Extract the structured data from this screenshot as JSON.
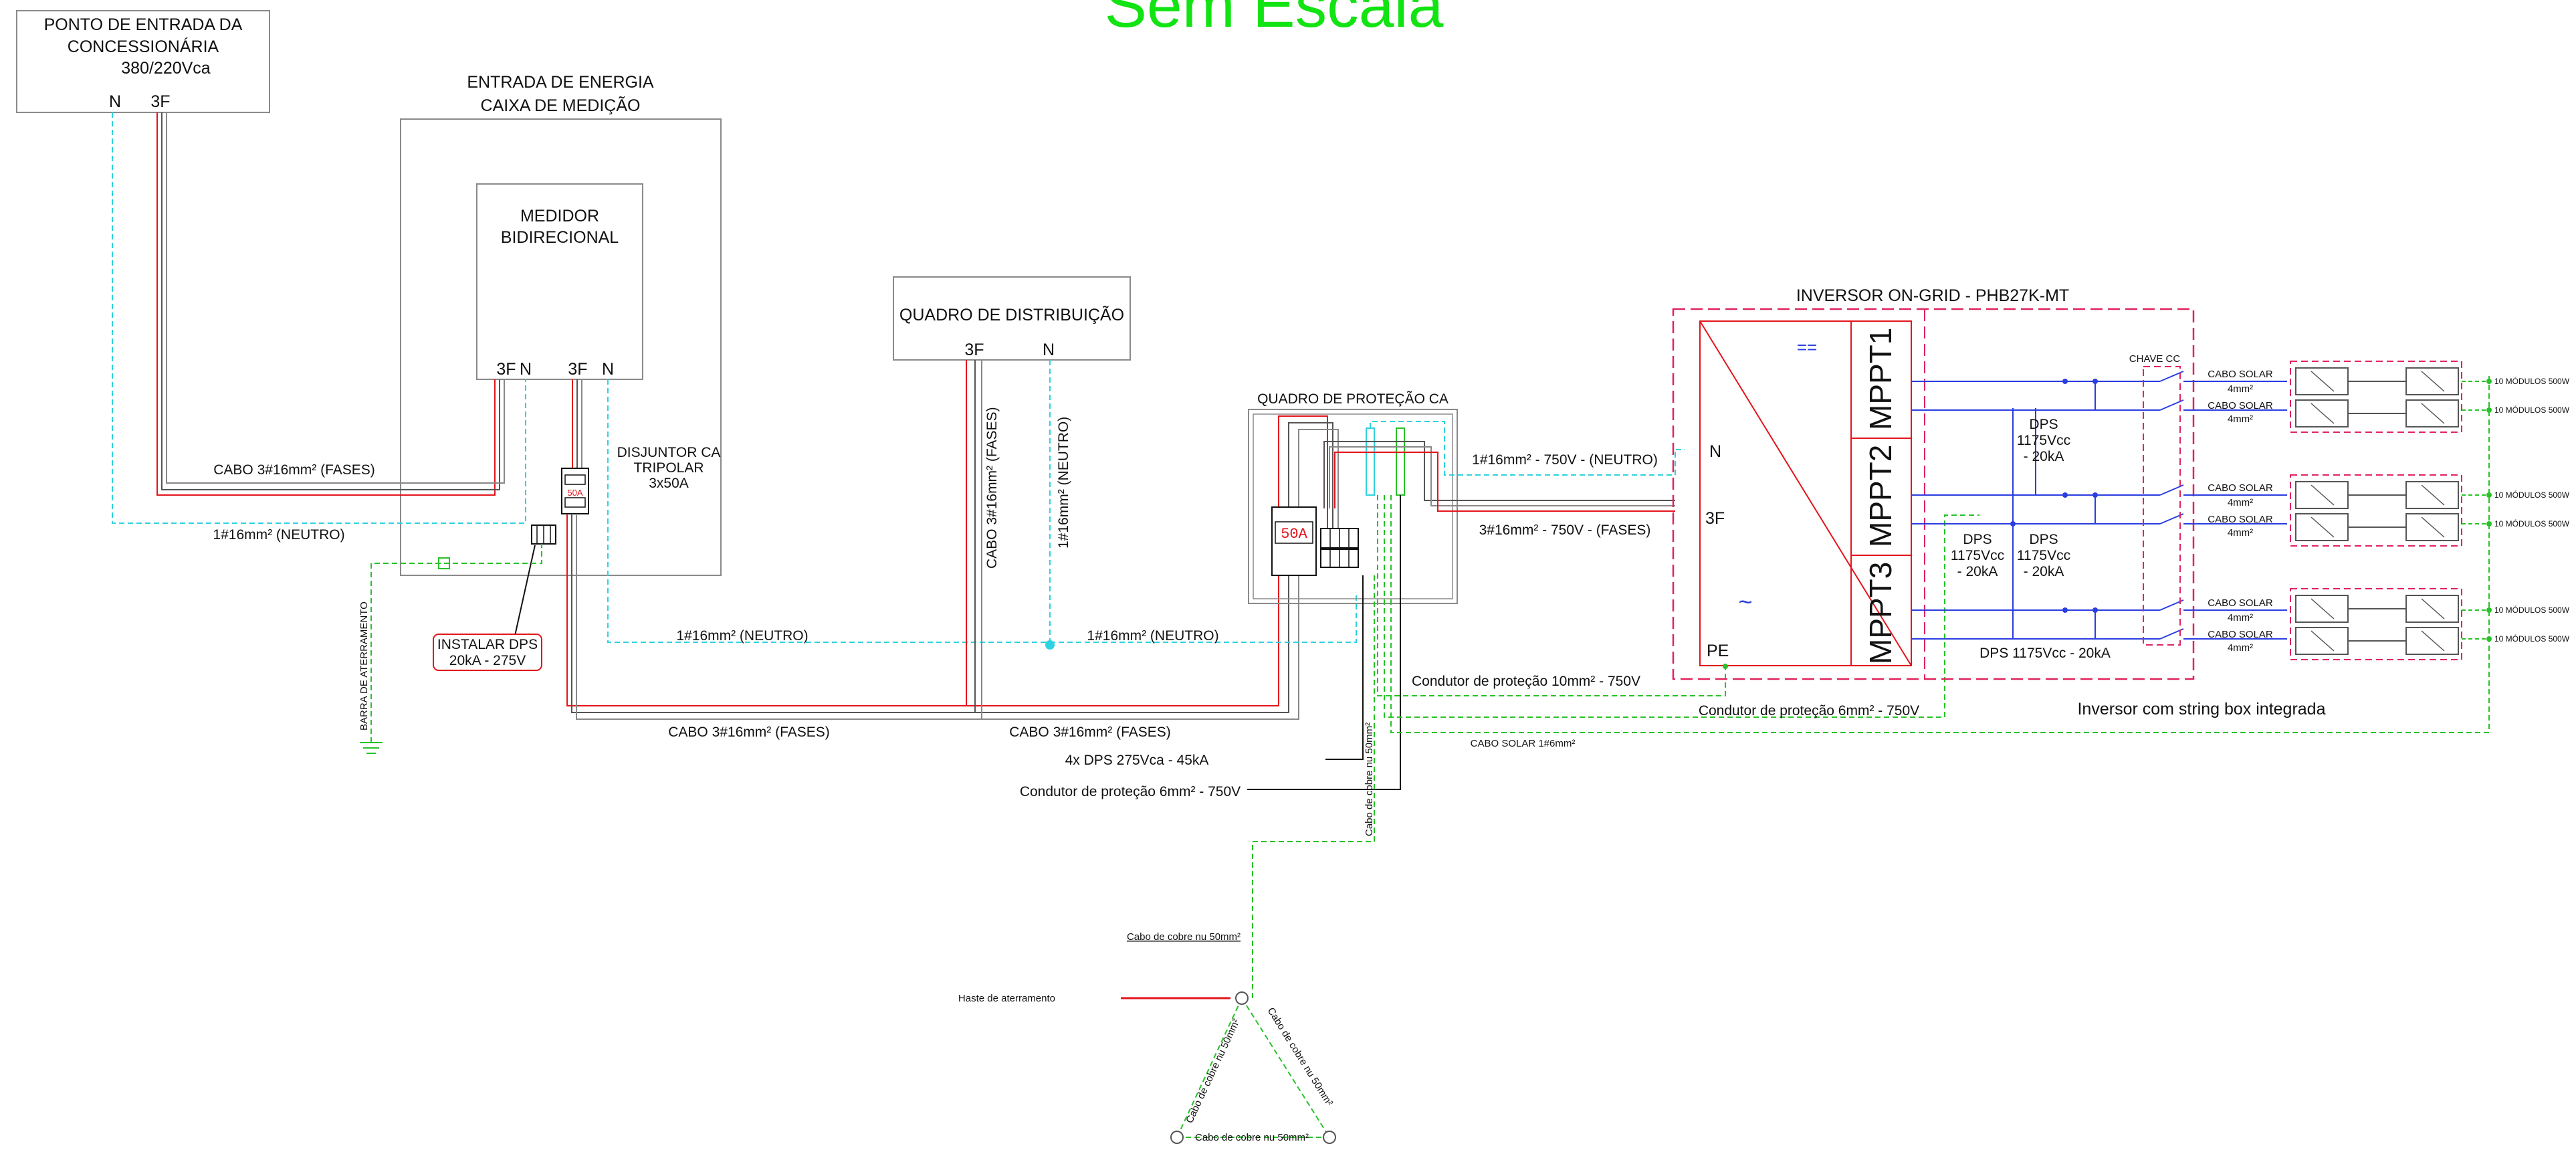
{
  "title": "Sem Escala",
  "utility": {
    "line1": "PONTO DE ENTRADA DA",
    "line2": "CONCESSIONÁRIA",
    "line3": "380/220Vca",
    "n": "N",
    "f": "3F"
  },
  "energy_entry": {
    "line1": "ENTRADA DE ENERGIA",
    "line2": "CAIXA DE MEDIÇÃO"
  },
  "meter": {
    "line1": "MEDIDOR",
    "line2": "BIDIRECIONAL",
    "t1": "3F",
    "t2": "N",
    "t3": "3F",
    "t4": "N"
  },
  "breaker_ca": {
    "line1": "DISJUNTOR CA",
    "line2": "TRIPOLAR",
    "line3": "3x50A",
    "rating": "50A"
  },
  "dps_install": {
    "line1": "INSTALAR DPS",
    "line2": "20kA - 275V"
  },
  "ground_bar": "BARRA DE ATERRAMENTO",
  "cable_fases": "CABO 3#16mm² (FASES)",
  "cable_neutro": "1#16mm² (NEUTRO)",
  "distribution": {
    "title": "QUADRO DE DISTRIBUIÇÃO",
    "f": "3F",
    "n": "N"
  },
  "protection": {
    "title": "QUADRO DE PROTEÇÃO CA",
    "breaker": "50A",
    "dps_label": "4x DPS 275Vca - 45kA",
    "pe_label": "Condutor de proteção 6mm² - 750V",
    "neutral_out": "1#16mm² -  750V - (NEUTRO)",
    "phase_out": "3#16mm² -  750V - (FASES)"
  },
  "pe_10": "Condutor de proteção 10mm² - 750V",
  "pe_6": "Condutor de proteção 6mm² - 750V",
  "copper_vertical": "Cabo de cobre nu 50mm²",
  "grounding": {
    "cable": "Cabo de cobre nu 50mm²",
    "rod": "Haste de aterramento",
    "left": "Cabo de cobre nu 50mm²",
    "right": "Cabo de cobre nu 50mm²",
    "bottom": "Cabo de cobre nu 50mm²"
  },
  "inverter": {
    "title": "INVERSOR ON-GRID - PHB27K-MT",
    "n": "N",
    "f": "3F",
    "pe": "PE",
    "dc": "==",
    "ac": "~",
    "mppt": [
      "MPPT1",
      "MPPT2",
      "MPPT3"
    ],
    "caption": "Inversor com string box integrada"
  },
  "dps_cc": {
    "a": [
      "DPS",
      "1175Vcc",
      "- 20kA"
    ],
    "b": [
      "DPS",
      "1175Vcc",
      "- 20kA"
    ],
    "c": [
      "DPS",
      "1175Vcc",
      "- 20kA"
    ],
    "bottom": "DPS 1175Vcc - 20kA"
  },
  "chave_cc": "CHAVE CC",
  "solar_cable": {
    "line1": "CABO SOLAR",
    "line2": "4mm²"
  },
  "solar_pe": "CABO SOLAR 1#6mm²",
  "modules": "10 MÓDULOS 500W",
  "colors": {
    "red": "#e4141b",
    "cyan": "#2fd2e0",
    "green": "#27c227",
    "blue": "#2a3de0",
    "magenta": "#e0245e",
    "title_green": "#12e312"
  }
}
